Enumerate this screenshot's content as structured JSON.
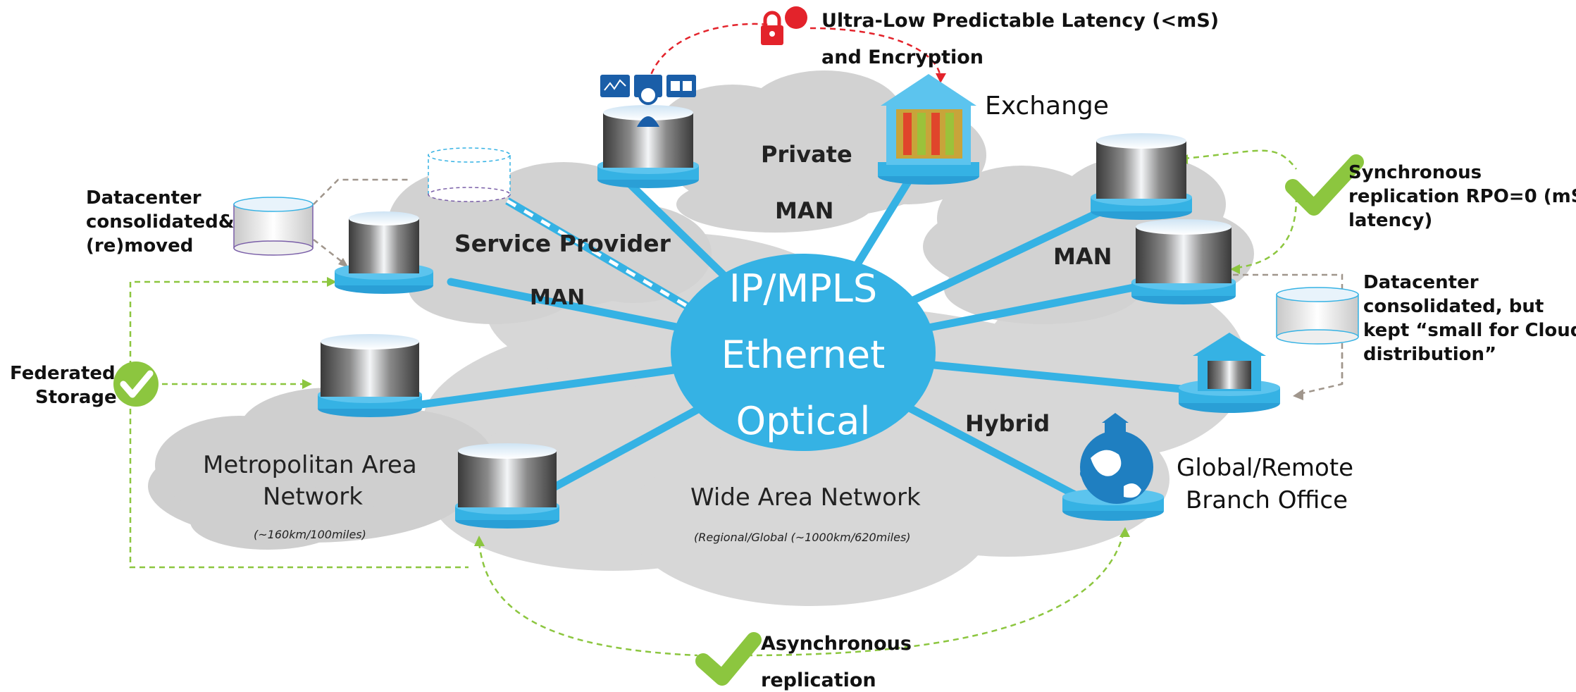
{
  "hub": {
    "line1": "IP/MPLS",
    "line2": "Ethernet",
    "line3": "Optical"
  },
  "clouds": {
    "private": [
      "Private",
      "MAN"
    ],
    "service_provider": [
      "Service Provider",
      "MAN"
    ],
    "man_right": "MAN",
    "metro": {
      "title_line1": "Metropolitan Area",
      "title_line2": "Network",
      "note": "(~160km/100miles)"
    },
    "wan": {
      "title": "Wide Area Network",
      "note": "(Regional/Global (~1000km/620miles)"
    },
    "hybrid": "Hybrid"
  },
  "labels": {
    "latency_line1": "Ultra-Low Predictable Latency (<mS)",
    "latency_line2": "and Encryption",
    "exchange": "Exchange",
    "dc_removed": [
      "Datacenter",
      "consolidated&",
      "(re)moved"
    ],
    "sync": [
      "Synchronous",
      "replication RPO=0 (mS",
      "latency)"
    ],
    "dc_kept": [
      "Datacenter",
      "consolidated, but",
      "kept “small for Cloud",
      "distribution”"
    ],
    "federated": [
      "Federated",
      "Storage"
    ],
    "branch": [
      "Global/Remote",
      "Branch Office"
    ],
    "async": [
      "Asynchronous",
      "replication"
    ]
  },
  "colors": {
    "hub_fill": "#35b2e4",
    "link": "#35b2e4",
    "cloud": "#d6d6d6",
    "green_check": "#8cc63f",
    "red_lock": "#e3232b",
    "dashed_brown": "#a0968c"
  },
  "icons": [
    "datacenter-icon",
    "check-icon",
    "lock-icon",
    "dashboard-icon",
    "exchange-building-icon",
    "globe-icon",
    "branch-office-icon"
  ]
}
